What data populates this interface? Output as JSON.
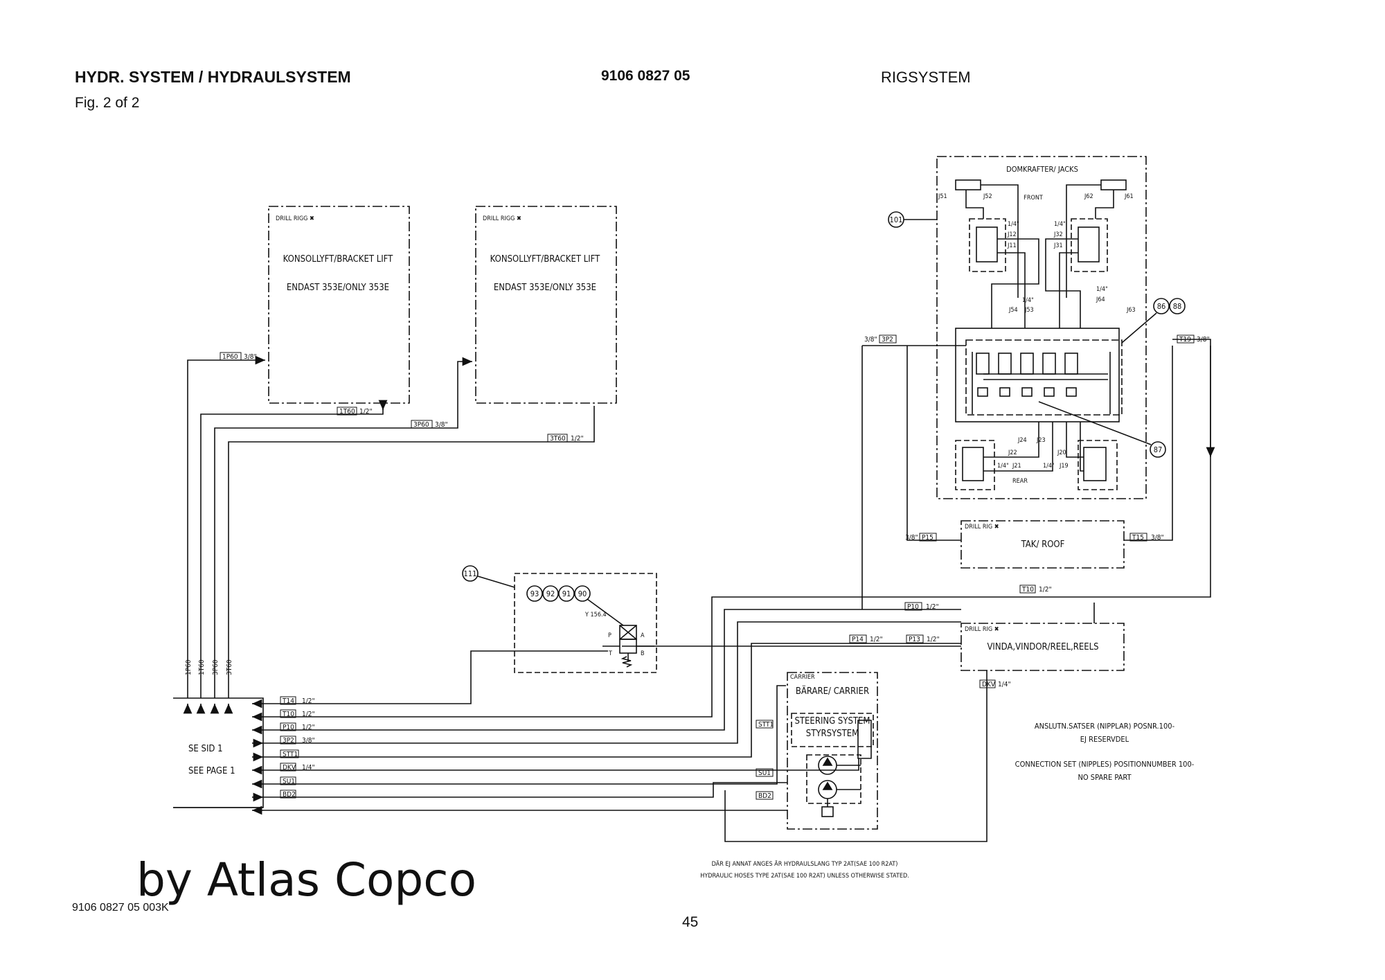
{
  "header": {
    "title": "HYDR. SYSTEM / HYDRAULSYSTEM",
    "fig": "Fig. 2 of 2",
    "docnum": "9106 0827 05",
    "section": "RIGSYSTEM"
  },
  "boxes": {
    "bracket1": {
      "tag": "DRILL RIGG ✖",
      "line1": "KONSOLLYFT/BRACKET LIFT",
      "line2": "ENDAST 353E/ONLY 353E"
    },
    "bracket2": {
      "tag": "DRILL RIGG ✖",
      "line1": "KONSOLLYFT/BRACKET LIFT",
      "line2": "ENDAST 353E/ONLY 353E"
    },
    "jacks": {
      "title": "DOMKRAFTER/ JACKS",
      "front": "FRONT",
      "rear": "REAR"
    },
    "roof": {
      "tag": "DRILL RIG ✖",
      "label": "TAK/ ROOF"
    },
    "winch": {
      "tag": "DRILL RIG ✖",
      "label": "VINDA,VINDOR/REEL,REELS"
    },
    "carrier": {
      "tag": "CARRIER",
      "title": "BÄRARE/ CARRIER",
      "steer1": "STEERING SYSTEM",
      "steer2": "STYRSYSTEM"
    },
    "valve": {
      "label": "Y 156.4",
      "p": "P",
      "a": "A",
      "t": "T",
      "b": "B"
    }
  },
  "callouts": {
    "c101": "101",
    "c111": "111",
    "c86": "86",
    "c88": "88",
    "c87": "87",
    "c93": "93",
    "c92": "92",
    "c91": "91",
    "c90": "90"
  },
  "ports": {
    "p1P60": "1P60",
    "p1T60": "1T60",
    "p3P60": "3P60",
    "p3T60": "3T60",
    "pT14": "T14",
    "pT10": "T10",
    "pP10": "P10",
    "p3P2": "3P2",
    "pSTT1": "STT1",
    "pDKV": "DKV",
    "pSU1": "SU1",
    "pBD2": "BD2",
    "pP14": "P14",
    "pP13": "P13",
    "pT19": "T19",
    "pP15": "P15",
    "pT15": "T15",
    "pJ51": "J51",
    "pJ52": "J52",
    "pJ62": "J62",
    "pJ61": "J61",
    "pJ12": "J12",
    "pJ11": "J11",
    "pJ32": "J32",
    "pJ31": "J31",
    "pJ54": "J54",
    "pJ53": "J53",
    "pJ64": "J64",
    "pJ63": "J63",
    "pJ24": "J24",
    "pJ23": "J23",
    "pJ22": "J22",
    "pJ21": "J21",
    "pJ20": "J20",
    "pJ19": "J19"
  },
  "sizes": {
    "s38": "3/8\"",
    "s12": "1/2\"",
    "s14": "1/4\""
  },
  "left_ref": {
    "line1": "SE SID 1",
    "line2": "SEE PAGE 1"
  },
  "notes": {
    "conn1": "ANSLUTN.SATSER (NIPPLAR) POSNR.100-",
    "conn2": "EJ RESERVDEL",
    "conn3": "CONNECTION SET (NIPPLES) POSITIONNUMBER 100-",
    "conn4": "NO SPARE PART",
    "hose1": "DÄR EJ ANNAT ANGES ÄR HYDRAULSLANG TYP 2AT(SAE 100 R2AT)",
    "hose2": "HYDRAULIC HOSES TYPE 2AT(SAE 100 R2AT) UNLESS OTHERWISE STATED."
  },
  "footer": {
    "watermark": "by Atlas Copco",
    "code": "9106 0827 05  003K",
    "page": "45"
  }
}
